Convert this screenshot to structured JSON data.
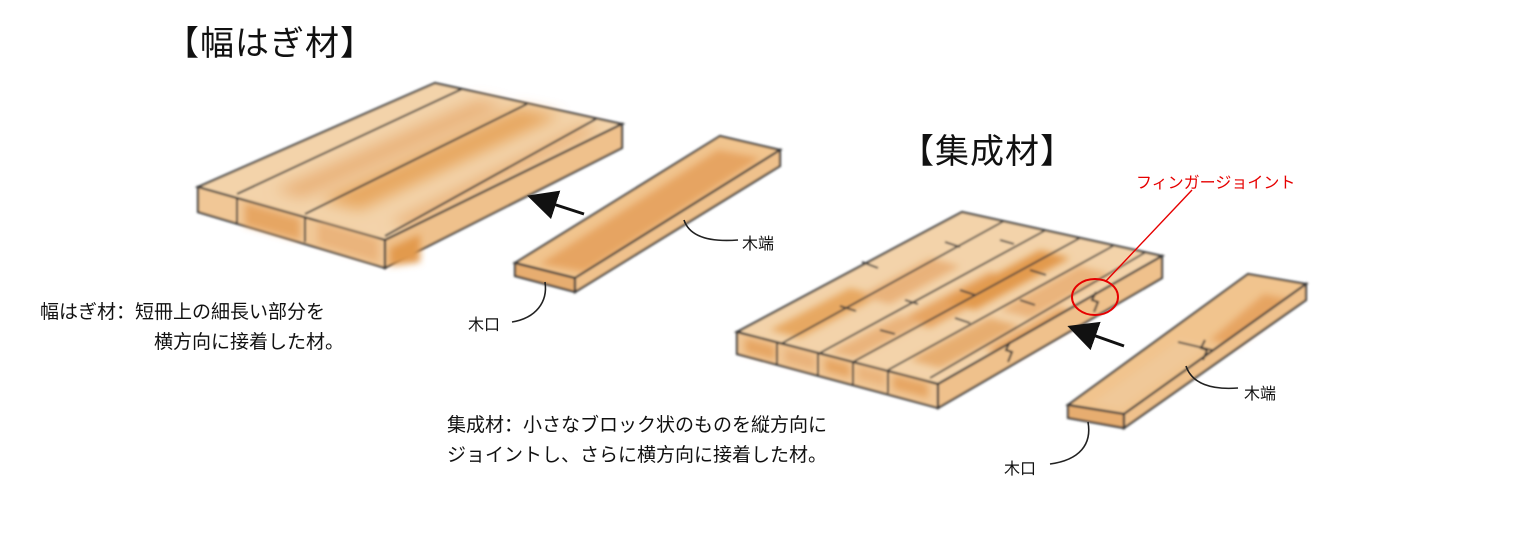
{
  "diagram": {
    "title_hagi": "【幅はぎ材】",
    "title_shusei": "【集成材】",
    "hagi": {
      "kiba_label": "木端",
      "koguchi_label": "木口",
      "desc_line1": "幅はぎ材：短冊上の細長い部分を",
      "desc_line2": "横方向に接着した材。"
    },
    "shusei": {
      "finger_joint_label": "フィンガージョイント",
      "kiba_label": "木端",
      "koguchi_label": "木口",
      "desc_line1": "集成材：小さなブロック状のものを縦方向に",
      "desc_line2": "ジョイントし、さらに横方向に接着した材。"
    },
    "colors": {
      "wood_light": "#f3d3aa",
      "wood_mid": "#eab47c",
      "wood_dark": "#e29a4e",
      "outline": "#3a3a3a",
      "annotation": "#e60000"
    }
  }
}
